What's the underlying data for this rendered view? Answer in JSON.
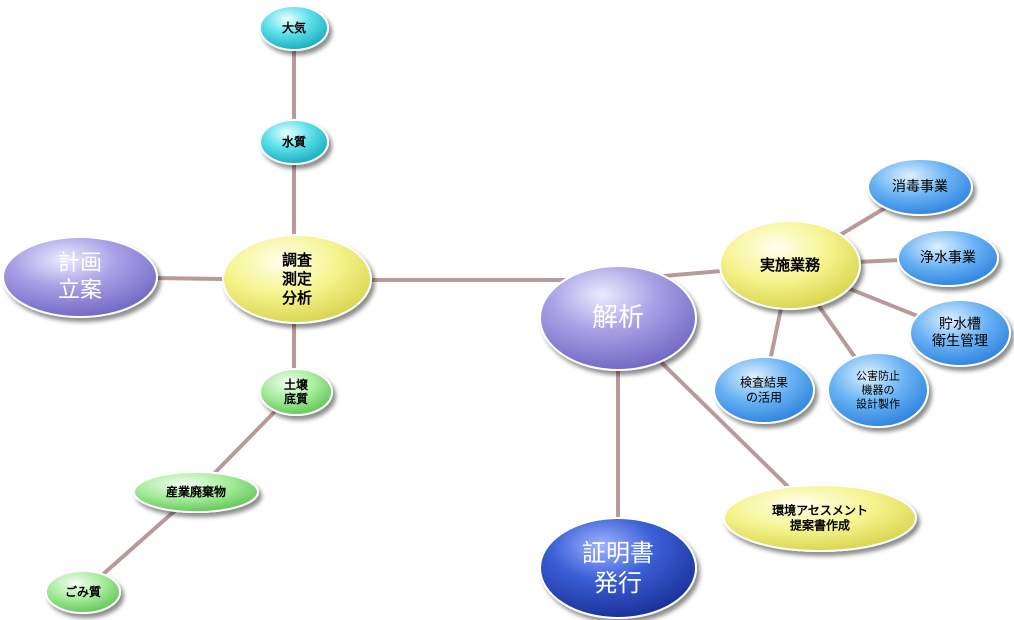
{
  "nodes": {
    "taiki": {
      "lines": [
        "大気"
      ],
      "color": "cyan"
    },
    "suishitsu": {
      "lines": [
        "水質"
      ],
      "color": "cyan"
    },
    "chousa": {
      "lines": [
        "調査",
        "測定",
        "分析"
      ],
      "color": "yellow"
    },
    "keikaku": {
      "lines": [
        "計画",
        "立案"
      ],
      "color": "lavender"
    },
    "dojou": {
      "lines": [
        "土壌",
        "底質"
      ],
      "color": "green"
    },
    "sangyou": {
      "lines": [
        "産業廃棄物"
      ],
      "color": "green"
    },
    "gomi": {
      "lines": [
        "ごみ質"
      ],
      "color": "green"
    },
    "kaiseki": {
      "lines": [
        "解析"
      ],
      "color": "lavender"
    },
    "shoumei": {
      "lines": [
        "証明書",
        "発行"
      ],
      "color": "darkblue"
    },
    "kankyou": {
      "lines": [
        "環境アセスメント",
        "提案書作成"
      ],
      "color": "yellow"
    },
    "jisshi": {
      "lines": [
        "実施業務"
      ],
      "color": "yellow"
    },
    "shoudoku": {
      "lines": [
        "消毒事業"
      ],
      "color": "blue"
    },
    "jousui": {
      "lines": [
        "浄水事業"
      ],
      "color": "blue"
    },
    "chosui": {
      "lines": [
        "貯水槽",
        "衛生管理"
      ],
      "color": "blue"
    },
    "kougai": {
      "lines": [
        "公害防止",
        "機器の",
        "設計製作"
      ],
      "color": "blue"
    },
    "kensa": {
      "lines": [
        "検査結果",
        "の活用"
      ],
      "color": "blue"
    }
  },
  "colors": {
    "line": "#b89a9a",
    "cyan": "#33ccdd",
    "yellow": "#f3f08a",
    "lavender": "#9c93dc",
    "green": "#9be592",
    "blue": "#58a7f2",
    "darkblue": "#2a4fc6"
  }
}
